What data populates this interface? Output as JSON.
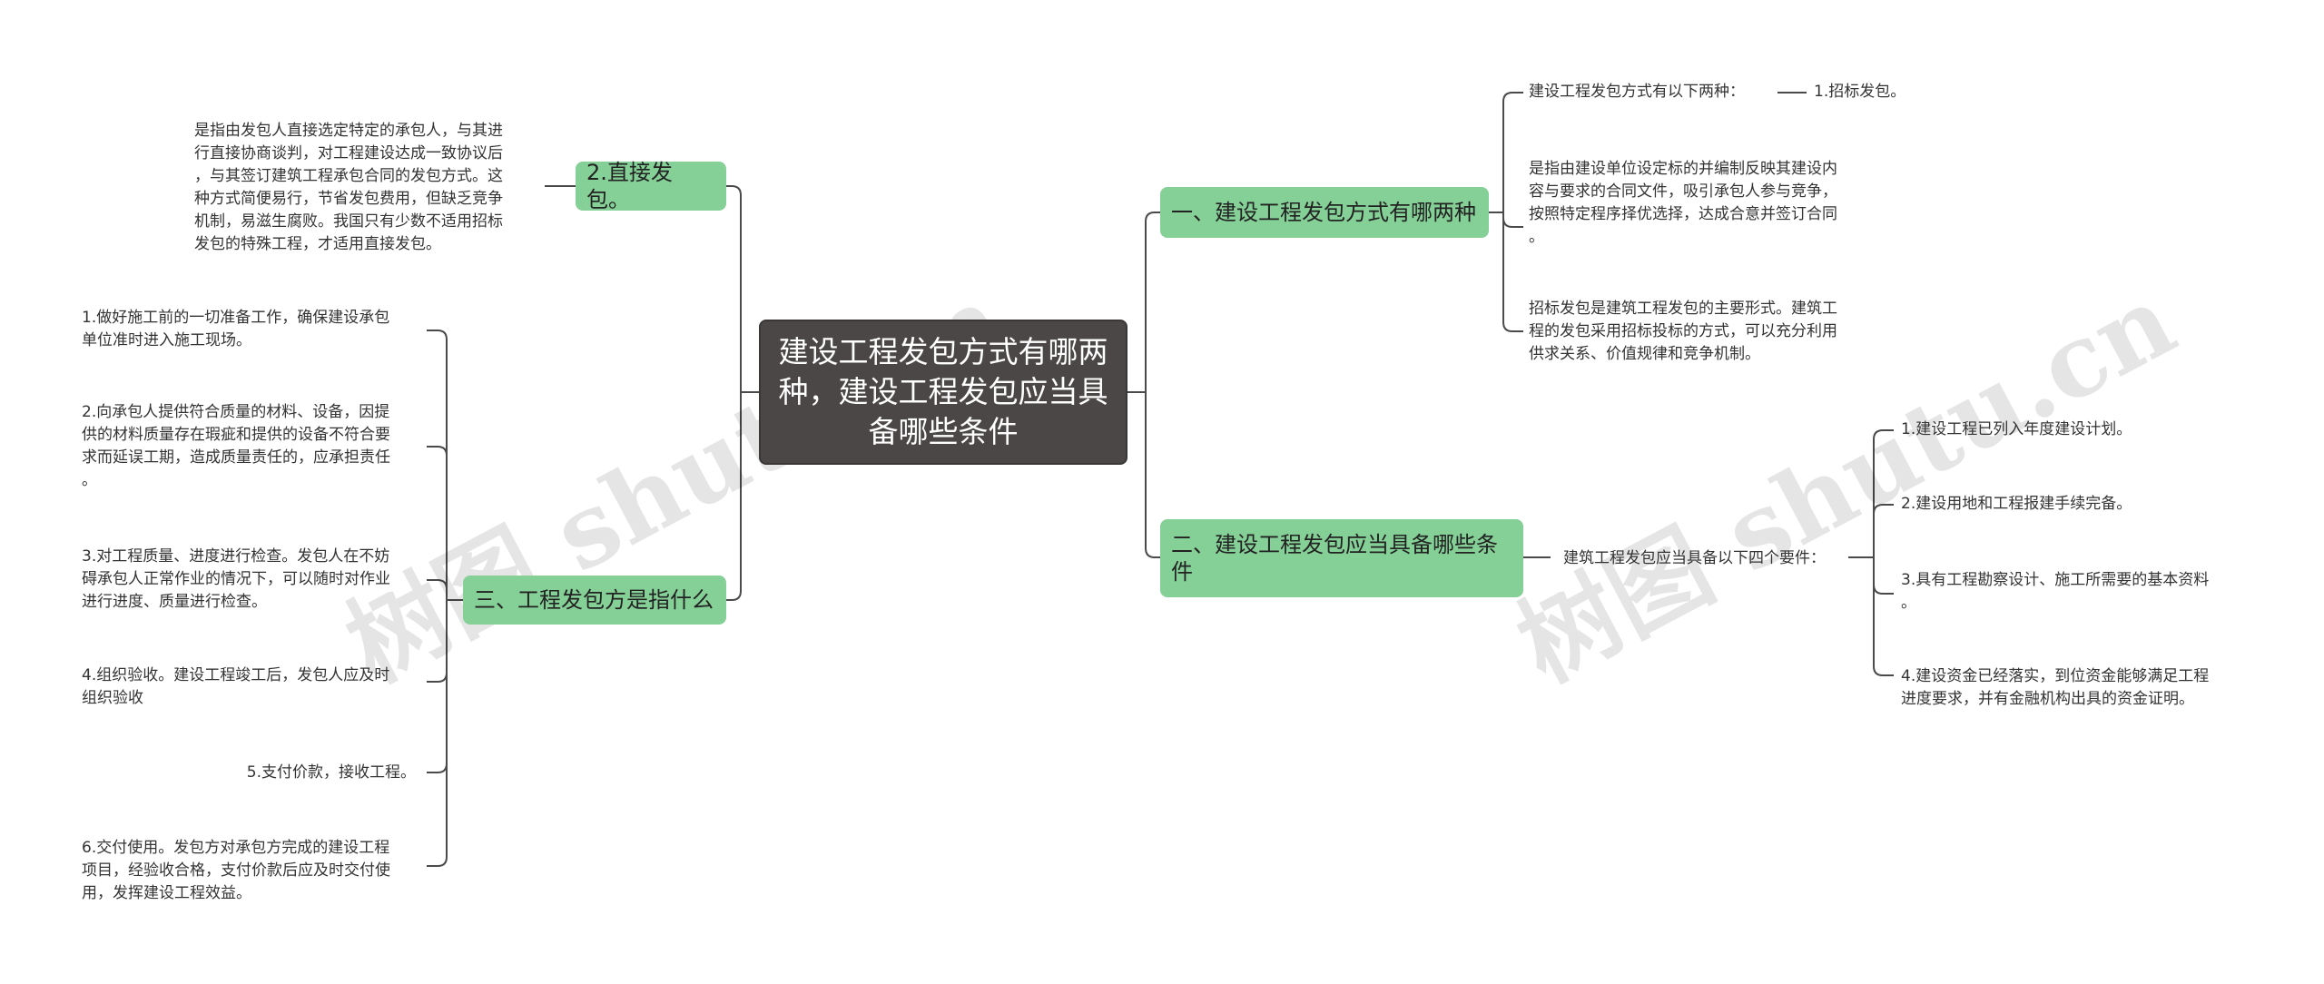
{
  "watermark": "树图 shutu.cn",
  "root": {
    "label": "建设工程发包方式有哪两种，建设工程发包应当具备哪些条件"
  },
  "branches": {
    "b1": {
      "label": "一、建设工程发包方式有哪两种",
      "children": {
        "intro": "建设工程发包方式有以下两种：",
        "intro_child": "1.招标发包。",
        "desc1": "是指由建设单位设定标的并编制反映其建设内\n容与要求的合同文件，吸引承包人参与竞争，\n按照特定程序择优选择，达成合意并签订合同\n。",
        "desc2": "招标发包是建筑工程发包的主要形式。建筑工\n程的发包采用招标投标的方式，可以充分利用\n供求关系、价值规律和竞争机制。"
      }
    },
    "b2": {
      "label": "二、建设工程发包应当具备哪些条件",
      "children": {
        "intro": "建筑工程发包应当具备以下四个要件：",
        "items": [
          "1.建设工程已列入年度建设计划。",
          "2.建设用地和工程报建手续完备。",
          "3.具有工程勘察设计、施工所需要的基本资料\n。",
          "4.建设资金已经落实，到位资金能够满足工程\n进度要求，并有金融机构出具的资金证明。"
        ]
      }
    },
    "b3": {
      "label": "2.直接发包。",
      "children": {
        "desc": "是指由发包人直接选定特定的承包人，与其进\n行直接协商谈判，对工程建设达成一致协议后\n，与其签订建筑工程承包合同的发包方式。这\n种方式简便易行，节省发包费用，但缺乏竞争\n机制，易滋生腐败。我国只有少数不适用招标\n发包的特殊工程，才适用直接发包。"
      }
    },
    "b4": {
      "label": "三、工程发包方是指什么",
      "children": {
        "items": [
          "1.做好施工前的一切准备工作，确保建设承包\n单位准时进入施工现场。",
          "2.向承包人提供符合质量的材料、设备，因提\n供的材料质量存在瑕疵和提供的设备不符合要\n求而延误工期，造成质量责任的，应承担责任\n。",
          "3.对工程质量、进度进行检查。发包人在不妨\n碍承包人正常作业的情况下，可以随时对作业\n进行进度、质量进行检查。",
          "4.组织验收。建设工程竣工后，发包人应及时\n组织验收",
          "5.支付价款，接收工程。",
          "6.交付使用。发包方对承包方完成的建设工程\n项目，经验收合格，支付价款后应及时交付使\n用，发挥建设工程效益。"
        ]
      }
    }
  },
  "colors": {
    "root_bg": "#4a4746",
    "branch_bg": "#85d097",
    "line": "#444444"
  }
}
